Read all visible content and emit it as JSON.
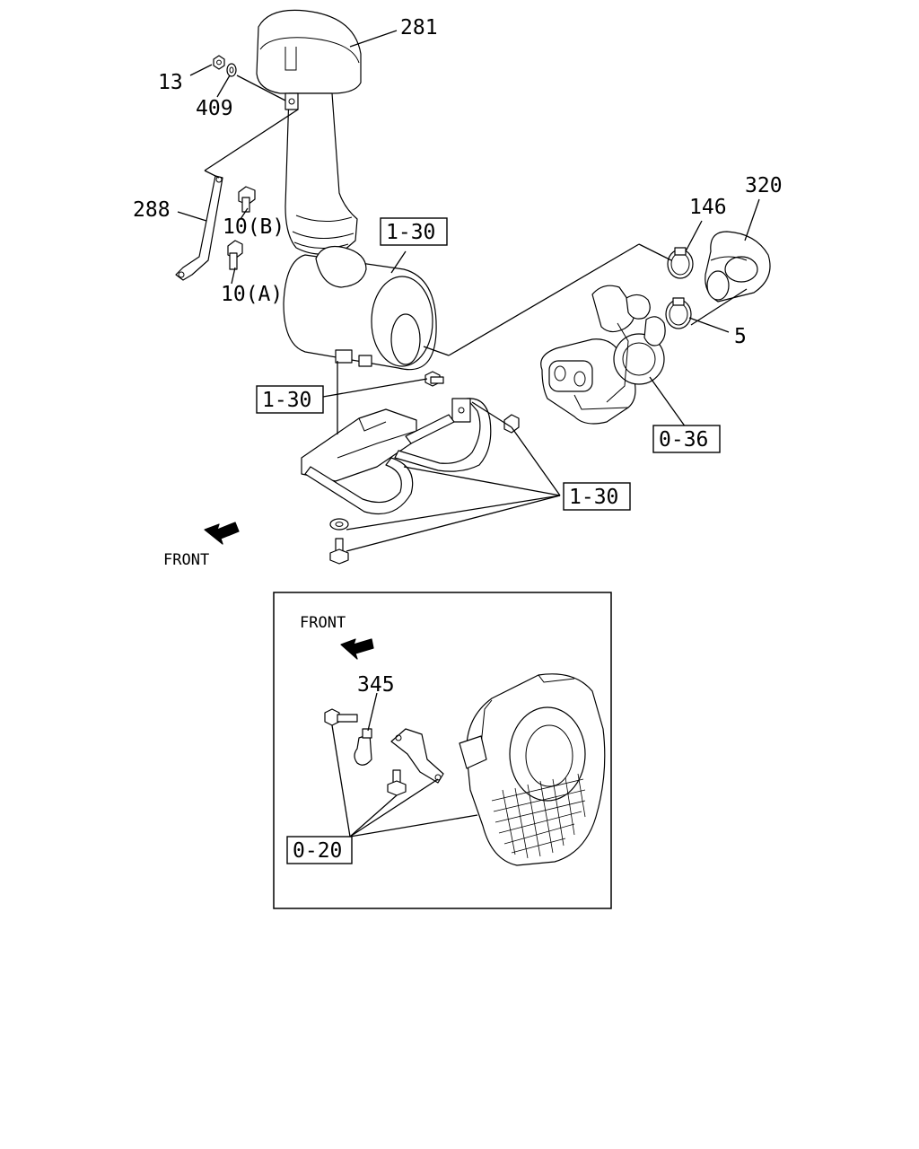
{
  "diagram": {
    "callouts": {
      "c281": "281",
      "c13": "13",
      "c409": "409",
      "c288": "288",
      "c10b": "10(B)",
      "c10a": "10(A)",
      "c146": "146",
      "c320": "320",
      "c5": "5",
      "c345": "345"
    },
    "references": {
      "r130_cleaner": "1-30",
      "r130_bolt": "1-30",
      "r130_bracket": "1-30",
      "r036": "0-36",
      "r020": "0-20"
    },
    "front_labels": {
      "main": "FRONT",
      "inset": "FRONT"
    }
  }
}
